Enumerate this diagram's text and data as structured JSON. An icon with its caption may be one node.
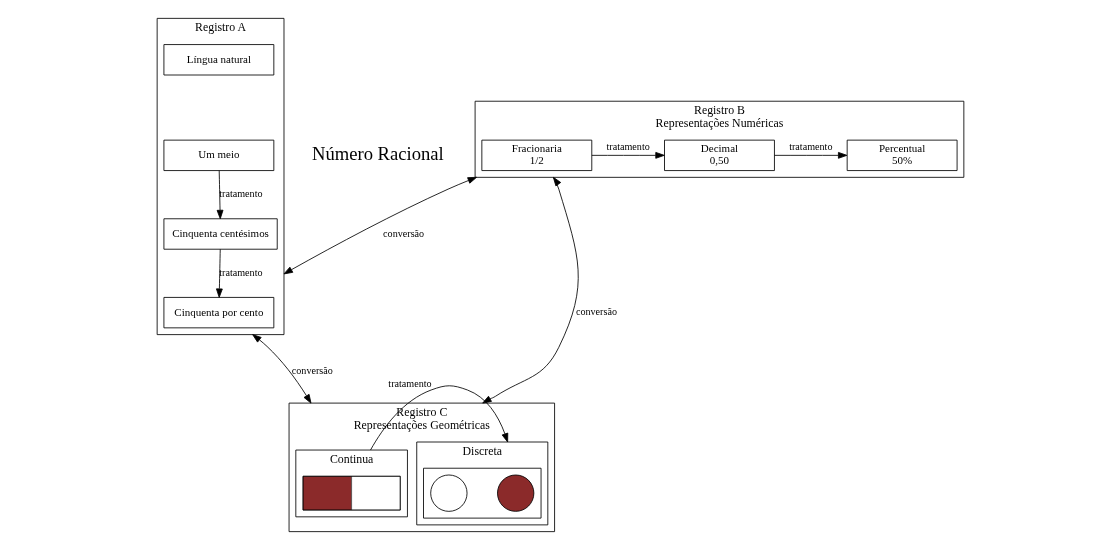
{
  "diagram": {
    "nodes": [
      {
        "text": [
          "Registro A"
        ]
      },
      {
        "text": [
          "Língua natural"
        ],
        "in": 0
      },
      {
        "text": [
          "Um meio"
        ],
        "in": 0
      },
      {
        "text": [
          "Cinquenta centésimos"
        ],
        "in": 0
      },
      {
        "text": [
          "Cinquenta por cento"
        ],
        "in": 0
      },
      {
        "text": [
          "Registro B",
          "Representações Numéricas"
        ]
      },
      {
        "text": [
          "Fracionaria",
          "1/2"
        ],
        "in": 5
      },
      {
        "text": [
          "Decimal",
          "0,50"
        ],
        "in": 5
      },
      {
        "text": [
          "Percentual",
          "50%"
        ],
        "in": 5
      },
      {
        "text": [
          "Registro C",
          "Representações Geométricas"
        ]
      },
      {
        "text": [
          "Continua"
        ],
        "in": 9
      },
      {
        "text": [
          "Discreta"
        ],
        "in": 9
      },
      {
        "text": [],
        "shape": "bar",
        "in": 10
      },
      {
        "text": [],
        "shape": "box",
        "in": 11
      },
      {
        "text": [],
        "shape": "circle",
        "in": 13
      },
      {
        "text": [],
        "shape": "circle",
        "in": 13
      }
    ],
    "edges": [
      {
        "from": 0,
        "to": 5,
        "arrow": "both",
        "label": "conversão"
      },
      {
        "from": 2,
        "to": 3,
        "arrow": "to",
        "label": "tratamento"
      },
      {
        "from": 3,
        "to": 4,
        "arrow": "to",
        "label": "tratamento"
      },
      {
        "from": 6,
        "to": 7,
        "arrow": "to",
        "label": "tratamento"
      },
      {
        "from": 7,
        "to": 8,
        "arrow": "to",
        "label": "tratamento"
      },
      {
        "from": 0,
        "to": 9,
        "arrow": "both",
        "label": "conversão"
      },
      {
        "from": 9,
        "to": 5,
        "arrow": "both",
        "label": "conversão"
      },
      {
        "from": 10,
        "to": 11,
        "arrow": "to",
        "label": "tratamento"
      }
    ],
    "labels": [
      "Número Racional"
    ]
  }
}
